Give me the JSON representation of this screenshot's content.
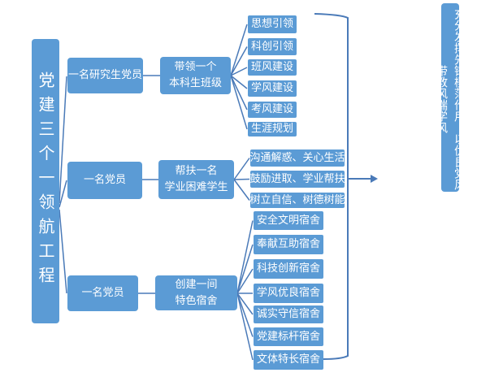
{
  "root": "党建三个一领航工程",
  "branches": [
    {
      "label": "一名研究生党员",
      "task": "带领一个本科生班级",
      "task_lines": [
        "带领一个",
        "本科生班级"
      ],
      "items": [
        "思想引领",
        "科创引领",
        "班风建设",
        "学风建设",
        "考风建设",
        "生涯规划"
      ]
    },
    {
      "label": "一名党员",
      "task": "帮扶一名学业困难学生",
      "task_lines": [
        "帮扶一名",
        "学业困难学生"
      ],
      "items": [
        "沟通解惑、关心生活",
        "鼓励进取、学业帮扶",
        "树立自信、树德树能"
      ]
    },
    {
      "label": "一名党员",
      "task": "创建一间特色宿舍",
      "task_lines": [
        "创建一间",
        "特色宿舍"
      ],
      "items": [
        "安全文明宿舍",
        "奉献互助宿舍",
        "科技创新宿舍",
        "学风优良宿舍",
        "诚实守信宿舍",
        "党建标杆宿舍",
        "文体特长宿舍"
      ]
    }
  ],
  "outcome": "充分发挥先锋模范作用，以优良党风带教风端学风",
  "colors": {
    "box": "#5b9bd5",
    "line": "#4a7ab8"
  }
}
